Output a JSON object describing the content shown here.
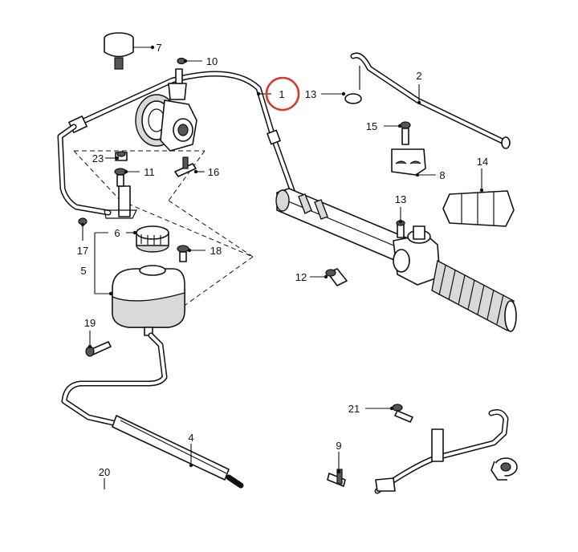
{
  "diagram": {
    "callouts": [
      "1",
      "2",
      "4",
      "5",
      "6",
      "7",
      "8",
      "9",
      "10",
      "11",
      "12",
      "13",
      "13",
      "14",
      "15",
      "16",
      "17",
      "18",
      "19",
      "20",
      "21",
      "23"
    ],
    "highlight": {
      "label": "1",
      "color": "#d9362b"
    },
    "line_color": "#111111",
    "background": "#ffffff"
  }
}
